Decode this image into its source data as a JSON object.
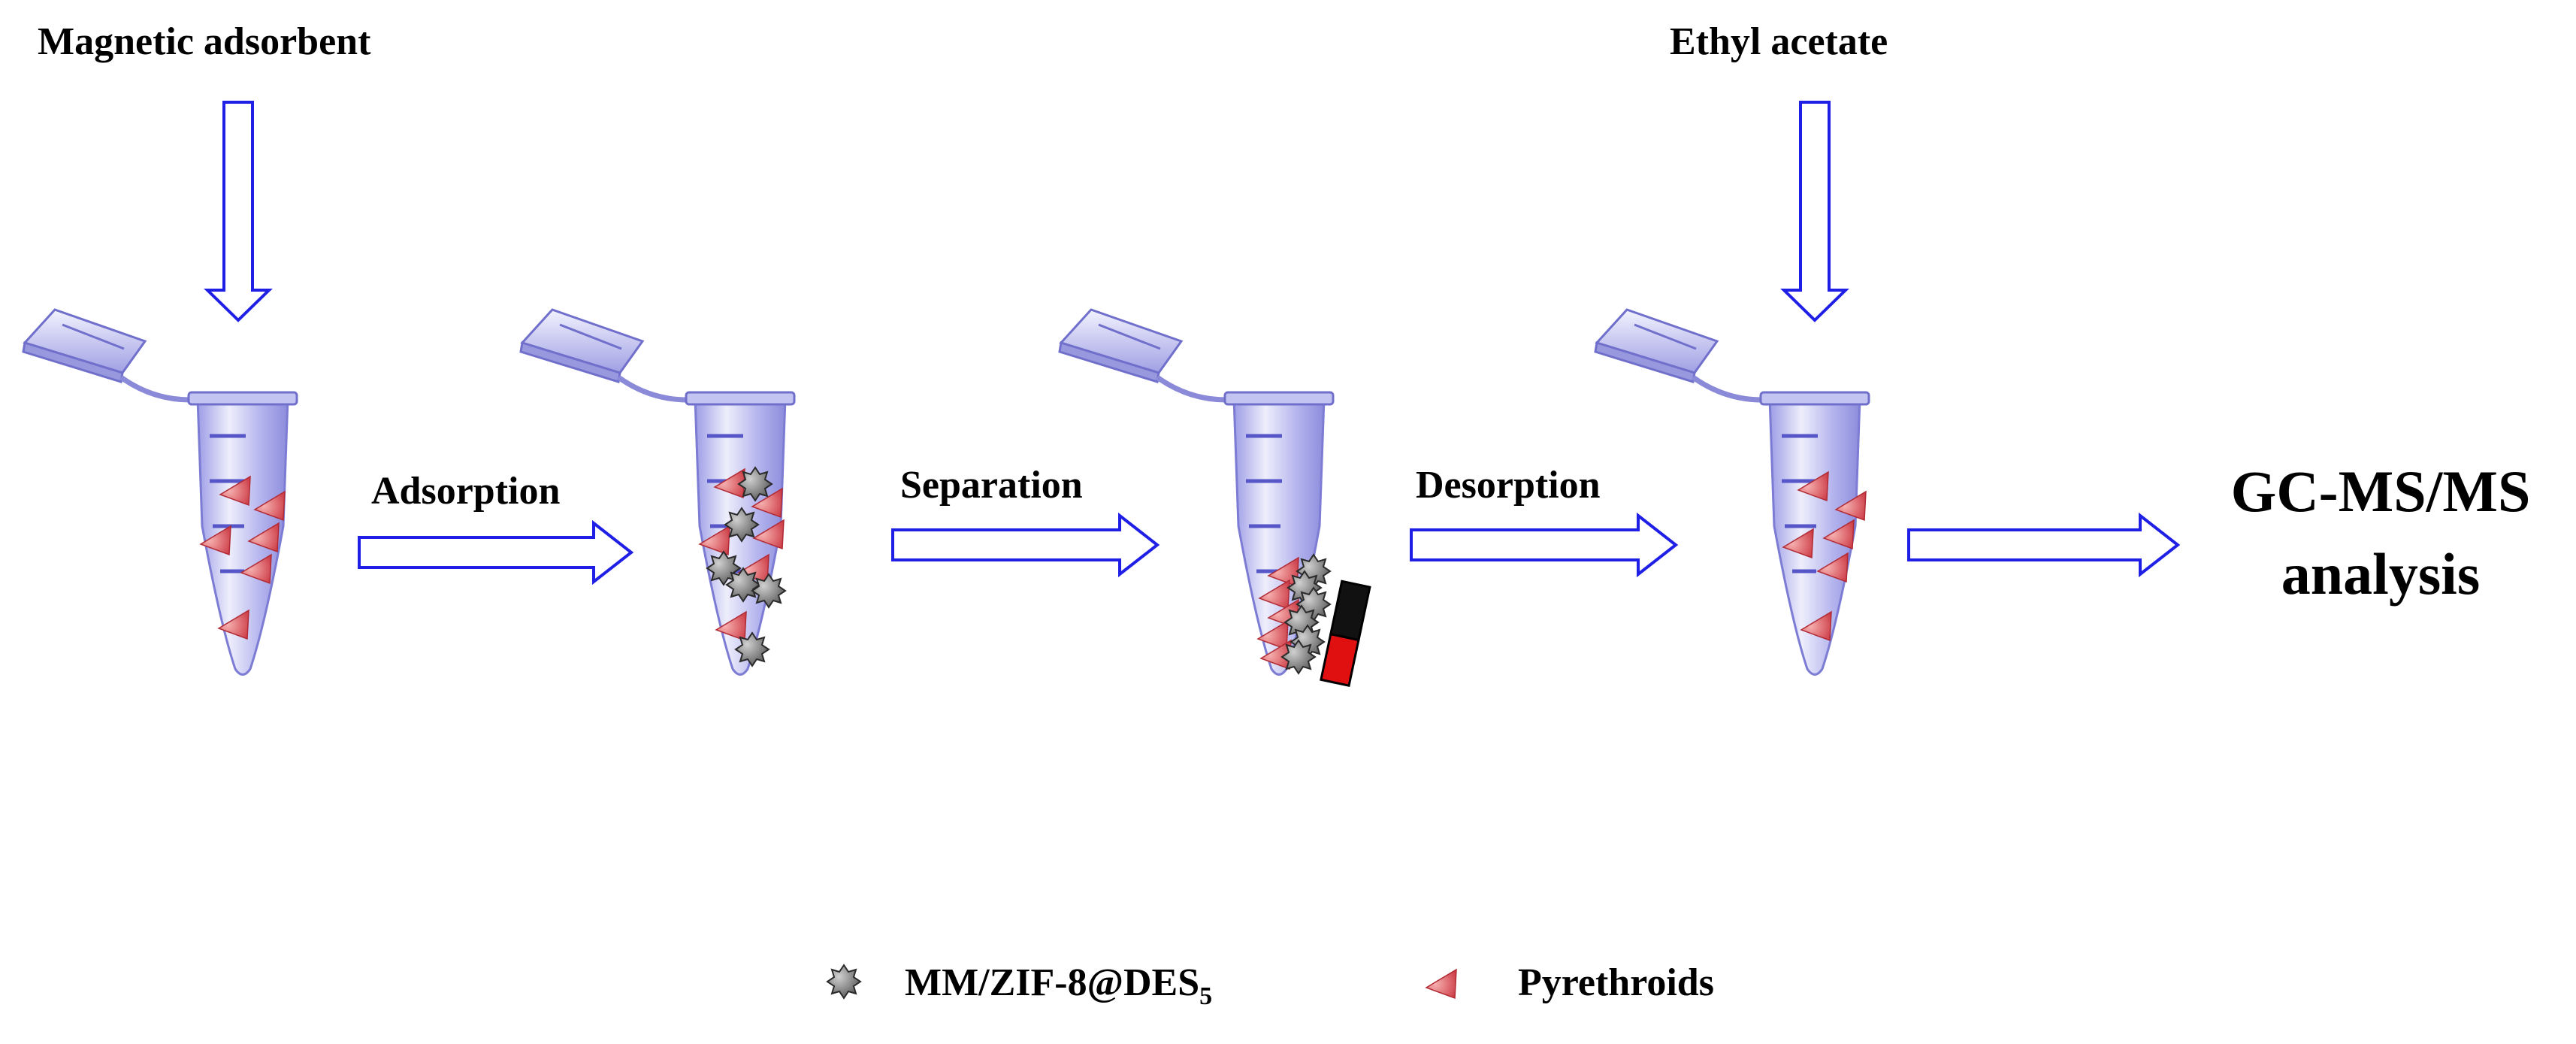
{
  "diagram": {
    "labels": {
      "magnetic_adsorbent": "Magnetic adsorbent",
      "ethyl_acetate": "Ethyl acetate",
      "adsorption": "Adsorption",
      "separation": "Separation",
      "desorption": "Desorption",
      "analysis_line1": "GC-MS/MS",
      "analysis_line2": "analysis"
    },
    "legend": {
      "adsorbent_name": "MM/ZIF-8@DES",
      "adsorbent_subscript": "5",
      "analyte_name": "Pyrethroids"
    },
    "colors": {
      "arrow_stroke": "#1f1fe6",
      "tube_fill": "#a8a8ec",
      "tube_stroke": "#7070cc",
      "triangle_fill": "#d84a52",
      "particle_fill": "#6e6e6e",
      "magnet_top": "#111111",
      "magnet_bottom": "#e01010"
    }
  }
}
